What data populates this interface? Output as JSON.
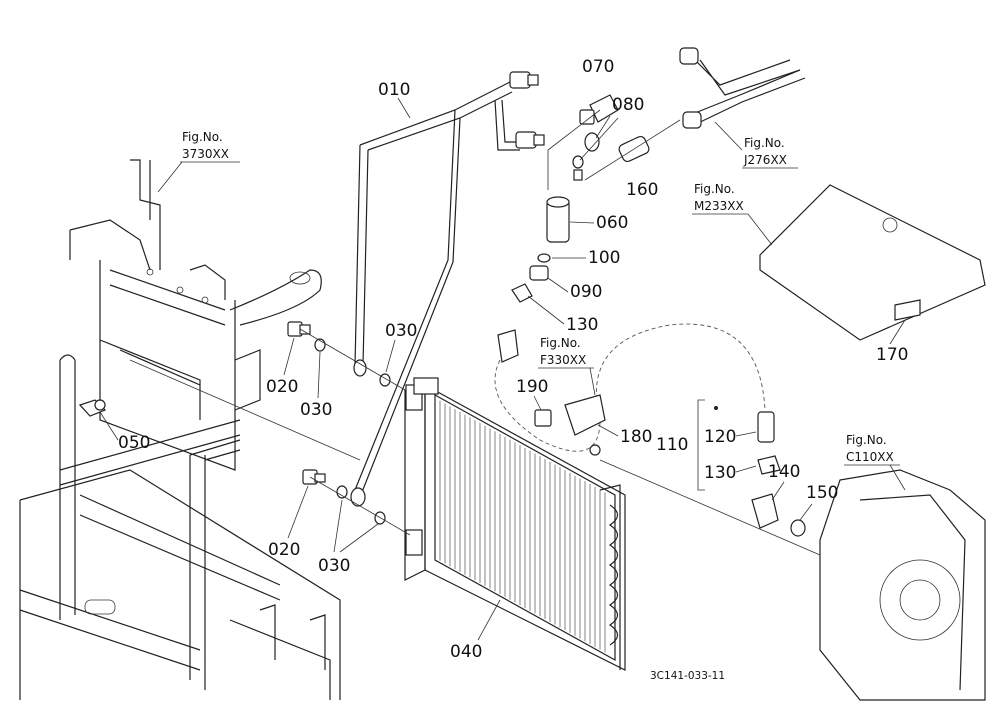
{
  "part_labels": {
    "p010": "010",
    "p020a": "020",
    "p020b": "020",
    "p030a": "030",
    "p030b": "030",
    "p030c": "030",
    "p040": "040",
    "p050": "050",
    "p060": "060",
    "p070": "070",
    "p080": "080",
    "p090": "090",
    "p100": "100",
    "p110": "110",
    "p120": "120",
    "p130a": "130",
    "p130b": "130",
    "p140": "140",
    "p150": "150",
    "p160": "160",
    "p170": "170",
    "p180": "180",
    "p190": "190"
  },
  "figure_refs": {
    "fig3730": {
      "label": "Fig.No.",
      "code": "3730XX"
    },
    "figJ276": {
      "label": "Fig.No.",
      "code": "J276XX"
    },
    "figM233": {
      "label": "Fig.No.",
      "code": "M233XX"
    },
    "figF330": {
      "label": "Fig.No.",
      "code": "F330XX"
    },
    "figC110": {
      "label": "Fig.No.",
      "code": "C110XX"
    }
  },
  "drawing_code": "3C141-033-11"
}
